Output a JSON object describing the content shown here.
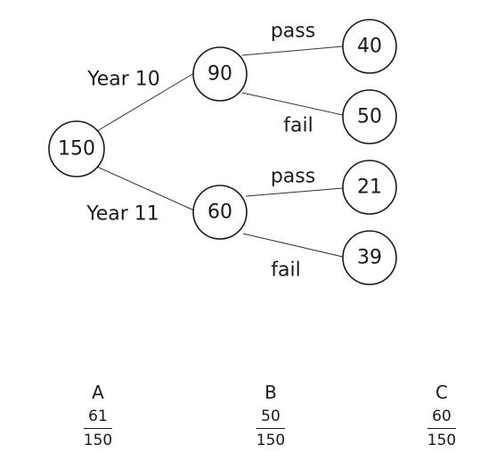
{
  "tree": {
    "root": {
      "value": "150"
    },
    "level1": [
      {
        "branch_label": "Year 10",
        "value": "90"
      },
      {
        "branch_label": "Year 11",
        "value": "60"
      }
    ],
    "level2": [
      {
        "branch_label": "pass",
        "value": "40"
      },
      {
        "branch_label": "fail",
        "value": "50"
      },
      {
        "branch_label": "pass",
        "value": "21"
      },
      {
        "branch_label": "fail",
        "value": "39"
      }
    ]
  },
  "options": [
    {
      "letter": "A",
      "numerator": "61",
      "denominator": "150"
    },
    {
      "letter": "B",
      "numerator": "50",
      "denominator": "150"
    },
    {
      "letter": "C",
      "numerator": "60",
      "denominator": "150"
    }
  ]
}
